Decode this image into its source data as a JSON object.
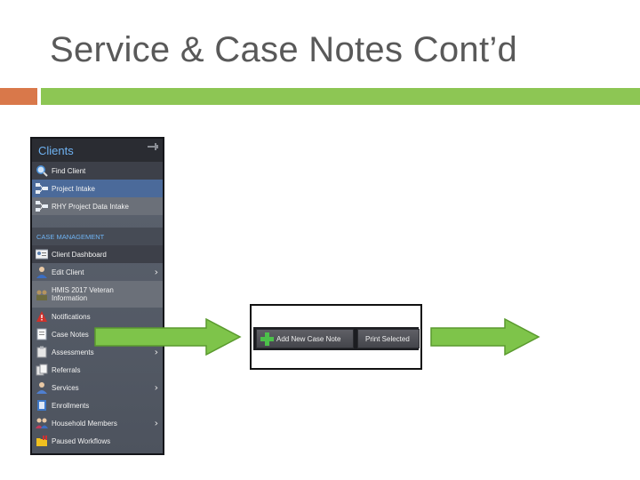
{
  "slide": {
    "title": "Service & Case Notes Cont’d"
  },
  "sidebar": {
    "header": "Clients",
    "section_label": "CASE MANAGEMENT",
    "items_top": [
      {
        "label": "Find Client",
        "icon": "search-icon"
      },
      {
        "label": "Project Intake",
        "icon": "network-icon"
      },
      {
        "label": "RHY Project Data Intake",
        "icon": "network-icon"
      }
    ],
    "items_case": [
      {
        "label": "Client Dashboard",
        "icon": "id-card-icon"
      },
      {
        "label": "Edit Client",
        "icon": "person-icon"
      },
      {
        "label": "HMIS 2017 Veteran Information",
        "icon": "veteran-group-icon"
      },
      {
        "label": "Notifications",
        "icon": "alert-icon"
      },
      {
        "label": "Case Notes",
        "icon": "notebook-icon"
      },
      {
        "label": "Assessments",
        "icon": "clipboard-icon"
      },
      {
        "label": "Referrals",
        "icon": "referral-icon"
      },
      {
        "label": "Services",
        "icon": "service-person-icon"
      },
      {
        "label": "Enrollments",
        "icon": "book-icon"
      },
      {
        "label": "Household Members",
        "icon": "household-icon"
      },
      {
        "label": "Paused Workflows",
        "icon": "folder-pause-icon"
      }
    ]
  },
  "toolbar": {
    "add_label": "Add New Case Note",
    "print_label": "Print Selected"
  },
  "colors": {
    "title_text": "#595959",
    "accent_orange": "#d9784a",
    "accent_green": "#8dc654",
    "arrow_green": "#7ec44a",
    "sidebar_link": "#6fb3f3"
  }
}
